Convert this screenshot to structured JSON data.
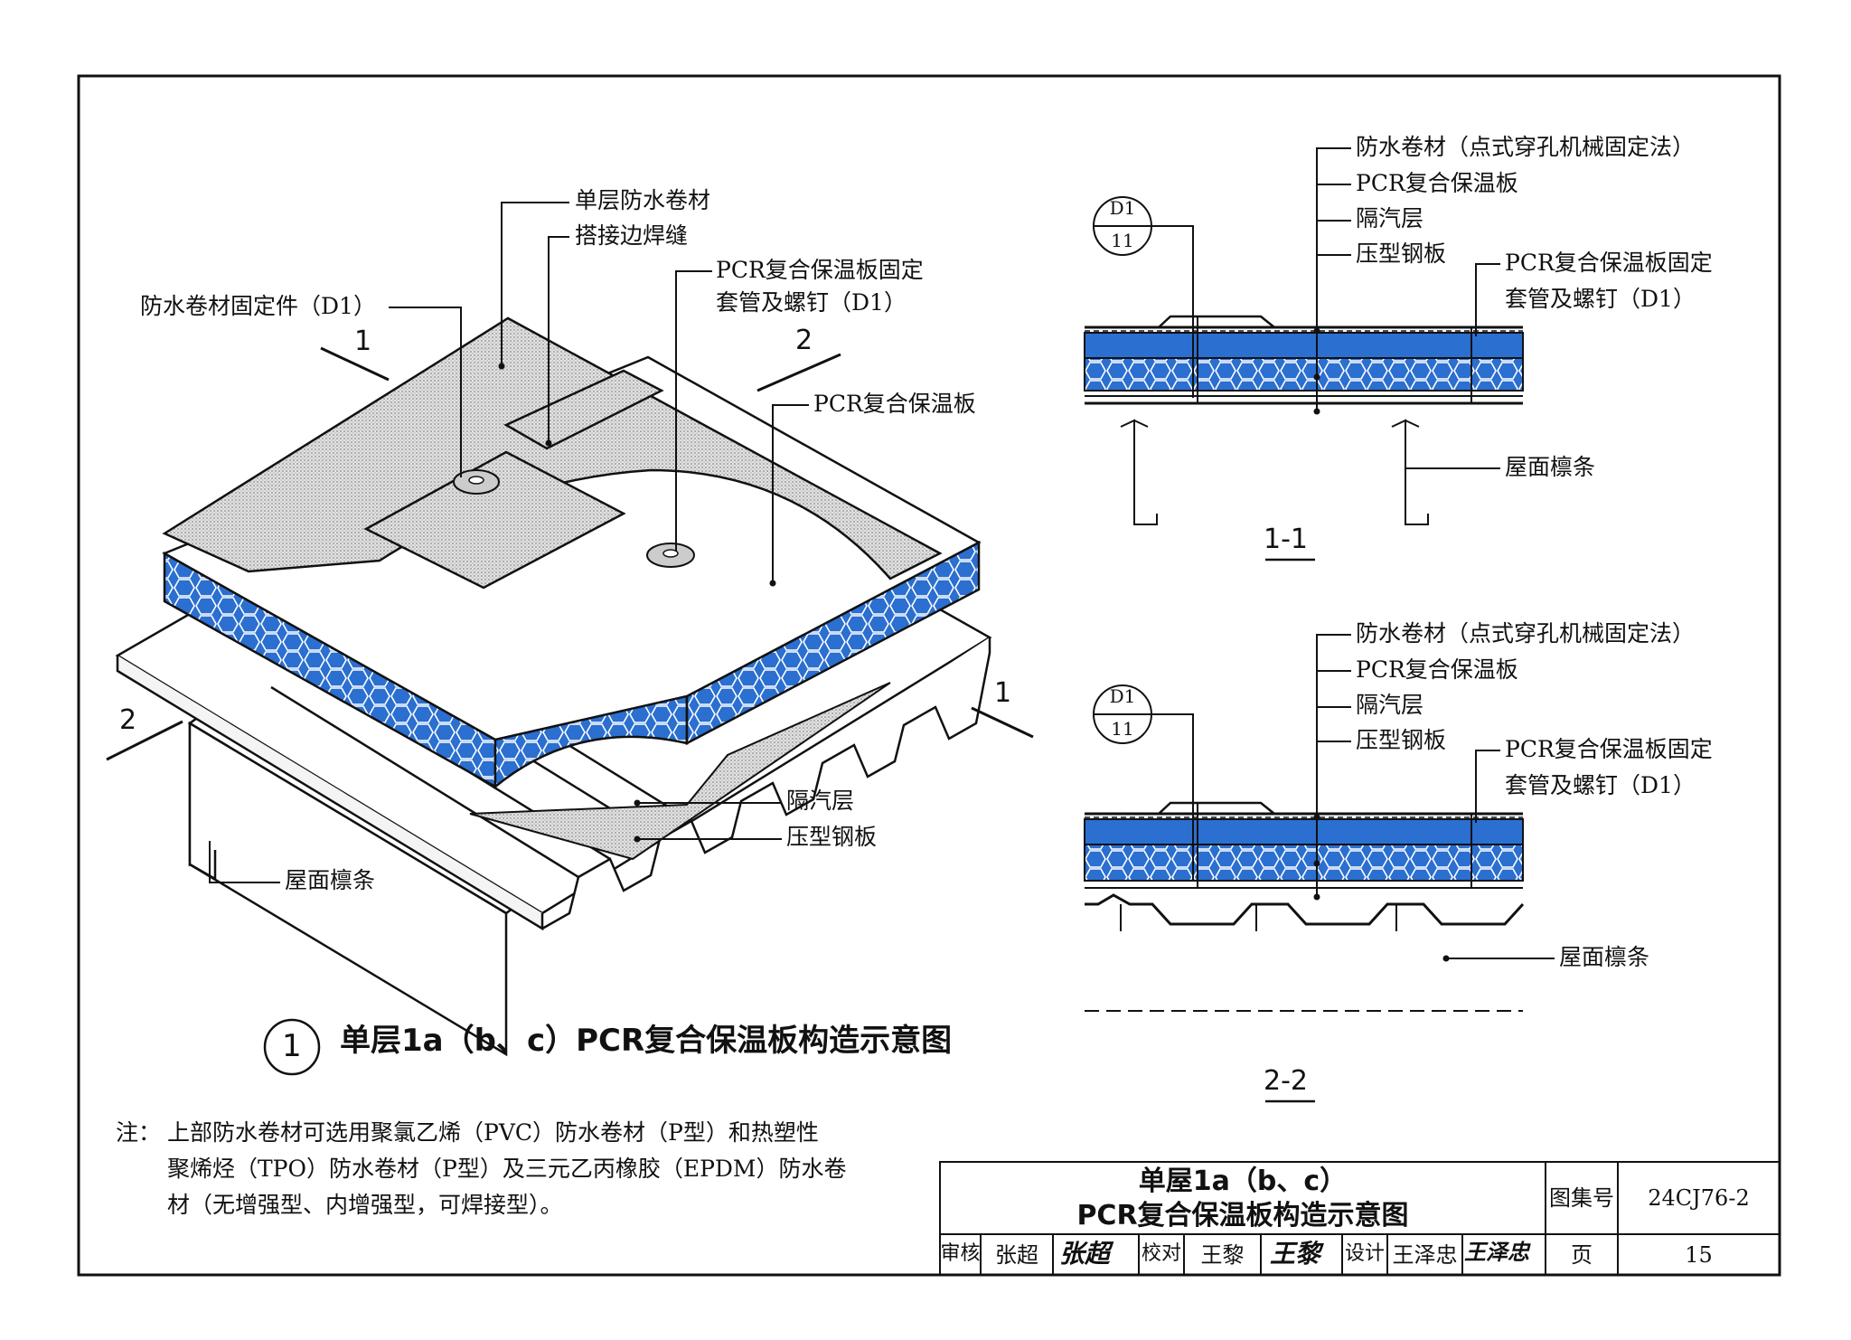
{
  "iso": {
    "labels": {
      "membrane": "单层防水卷材",
      "lap_weld": "搭接边焊缝",
      "fastener": "防水卷材固定件（D1）",
      "pcr_fix_1": "PCR复合保温板固定",
      "pcr_fix_2": "套管及螺钉（D1）",
      "pcr_board": "PCR复合保温板",
      "vapor": "隔汽层",
      "steel_deck": "压型钢板",
      "purlin": "屋面檩条"
    },
    "cut_marks": {
      "one_a": "1",
      "two_a": "2",
      "one_b": "1",
      "two_b": "2"
    }
  },
  "caption": {
    "number": "1",
    "text": "单层1a（b、c）PCR复合保温板构造示意图"
  },
  "section_1_1": {
    "ref_top": "D1",
    "ref_bottom": "11",
    "labels": {
      "membrane": "防水卷材（点式穿孔机械固定法）",
      "pcr_board": "PCR复合保温板",
      "vapor": "隔汽层",
      "steel_deck": "压型钢板",
      "fix_1": "PCR复合保温板固定",
      "fix_2": "套管及螺钉（D1）",
      "purlin": "屋面檩条"
    },
    "title": "1-1"
  },
  "section_2_2": {
    "ref_top": "D1",
    "ref_bottom": "11",
    "labels": {
      "membrane": "防水卷材（点式穿孔机械固定法）",
      "pcr_board": "PCR复合保温板",
      "vapor": "隔汽层",
      "steel_deck": "压型钢板",
      "fix_1": "PCR复合保温板固定",
      "fix_2": "套管及螺钉（D1）",
      "purlin": "屋面檩条"
    },
    "title": "2-2"
  },
  "note": {
    "prefix": "注：",
    "line1": "上部防水卷材可选用聚氯乙烯（PVC）防水卷材（P型）和热塑性",
    "line2": "聚烯烃（TPO）防水卷材（P型）及三元乙丙橡胶（EPDM）防水卷",
    "line3": "材（无增强型、内增强型，可焊接型）。"
  },
  "title_block": {
    "title_line1": "单屋1a（b、c）",
    "title_line2": "PCR复合保温板构造示意图",
    "atlas_label": "图集号",
    "atlas_no": "24CJ76-2",
    "page_label": "页",
    "page_no": "15",
    "review_label": "审核",
    "review_name": "张超",
    "review_sig": "张超",
    "check_label": "校对",
    "check_name": "王黎",
    "check_sig": "王黎",
    "design_label": "设计",
    "design_name": "王泽忠",
    "design_sig": "王泽忠"
  },
  "colors": {
    "insulation": "#2b6fd0",
    "ink": "#111111",
    "membrane_fill": "#d8d8d8"
  }
}
